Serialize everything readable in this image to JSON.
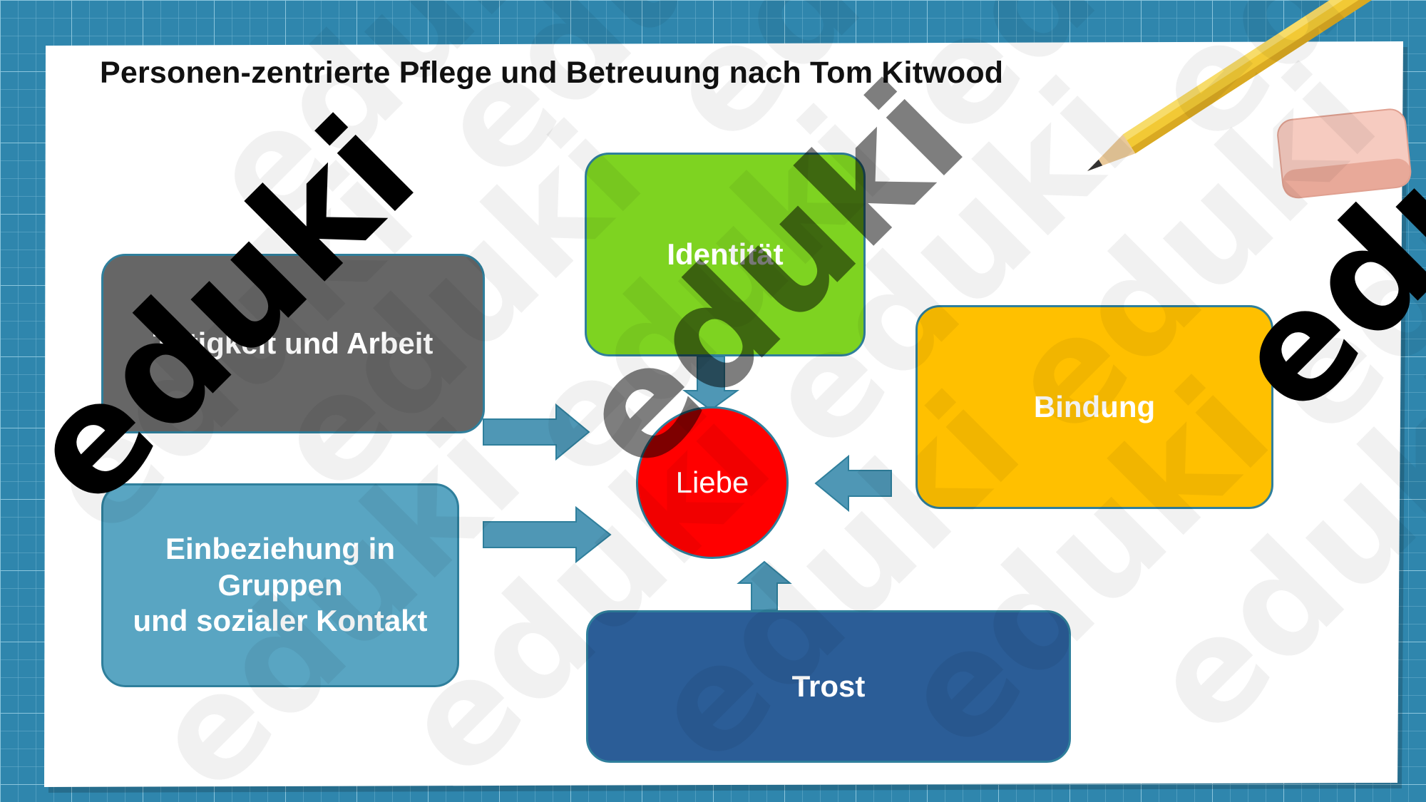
{
  "title": "Personen-zentrierte Pflege und Betreuung nach Tom Kitwood",
  "center": {
    "label": "Liebe",
    "color": "#ff0000"
  },
  "needs": [
    {
      "label": "Identität",
      "color": "#7ed321"
    },
    {
      "label": "Tätigkeit und Arbeit",
      "color": "#666666"
    },
    {
      "label": "Bindung",
      "color": "#ffc000"
    },
    {
      "label": "Einbeziehung in\nGruppen\nund sozialer Kontakt",
      "color": "#59a5c2"
    },
    {
      "label": "Trost",
      "color": "#2b5d97"
    }
  ],
  "colors": {
    "background_blue": "#2f86ad",
    "arrow": "#4f97b5",
    "border": "#2f7f9c"
  },
  "watermark": "eduki"
}
